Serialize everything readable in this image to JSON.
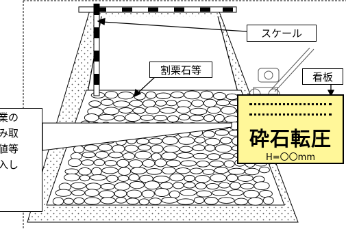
{
  "labels": {
    "scale": "スケール",
    "crushed_stone": "割栗石等",
    "signboard": "看板"
  },
  "sign": {
    "title": "砕石転圧",
    "subtitle": "H=〇〇mm"
  },
  "notes": [
    "業の",
    "み取",
    "値等",
    "入し"
  ],
  "colors": {
    "sign_bg": "#fff799",
    "outline": "#000000",
    "dots": "#555555"
  }
}
